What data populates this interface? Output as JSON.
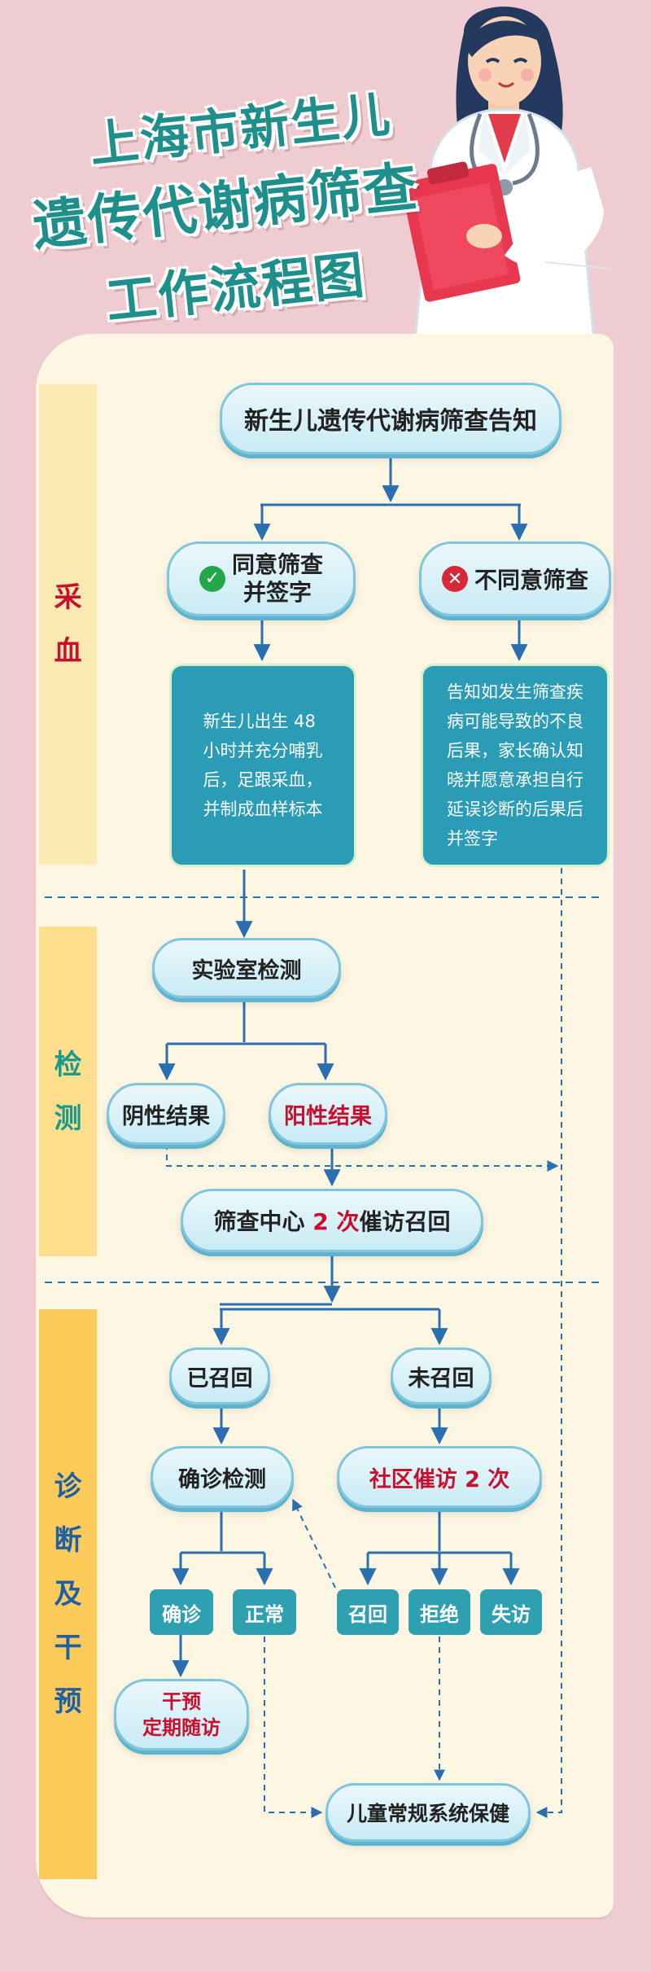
{
  "title": [
    "上海市新生儿",
    "遗传代谢病筛查",
    "工作流程图"
  ],
  "stages": {
    "s1": [
      "采",
      "血"
    ],
    "s2": [
      "检",
      "测"
    ],
    "s3": [
      "诊",
      "断",
      "及",
      "干",
      "预"
    ]
  },
  "nodes": {
    "notify": "新生儿遗传代谢病筛查告知",
    "agree": [
      "同意筛查",
      "并签字"
    ],
    "disagree": "不同意筛查",
    "collect": [
      "新生儿出生 48",
      "小时并充分哺乳",
      "后，足跟采血，",
      "并制成血样标本"
    ],
    "refuse_note": [
      "告知如发生筛查疾",
      "病可能导致的不良",
      "后果，家长确认知",
      "晓并愿意承担自行",
      "延误诊断的后果后",
      "并签字"
    ],
    "lab": "实验室检测",
    "negative": "阴性结果",
    "positive": "阳性结果",
    "recall_pre": "筛查中心 ",
    "recall_num": "2 次",
    "recall_post": "催访召回",
    "recalled": "已召回",
    "not_recalled": "未召回",
    "confirm_test": "确诊检测",
    "community": "社区催访 2 次",
    "confirmed": "确诊",
    "normal": "正常",
    "summoned": "召回",
    "refused": "拒绝",
    "lost": "失访",
    "intervene": [
      "干预",
      "定期随访"
    ],
    "routine": "儿童常规系统保健"
  },
  "colors": {
    "background": "#efccd1",
    "panel": "#fdf6e3",
    "title": "#1f8f8c",
    "arrow": "#2a6fb0",
    "stage1_band": "#fdeab2",
    "stage2_band": "#fddf8e",
    "stage3_band": "#fccb5a",
    "stage1_text": "#c8102e",
    "stage2_text": "#1a9a8c",
    "stage3_text": "#1f5fa8",
    "accent_red": "#c8102e"
  },
  "icons": [
    "check-icon",
    "cross-icon",
    "doctor-illustration",
    "stethoscope-icon",
    "clipboard-icon"
  ]
}
